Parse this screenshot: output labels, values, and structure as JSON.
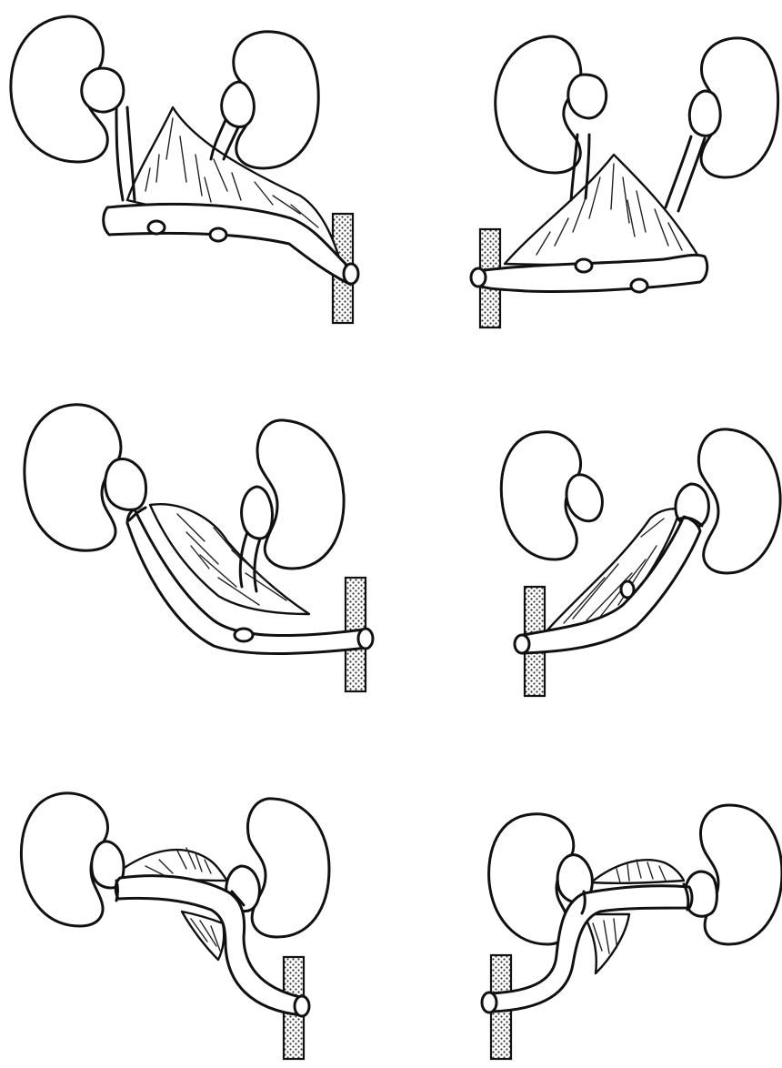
{
  "figure": {
    "panels": [
      {
        "id": "row1-left",
        "row": 1,
        "side": "left",
        "variant": "wide-mesentery-bar"
      },
      {
        "id": "row1-right",
        "row": 1,
        "side": "right",
        "variant": "wide-mesentery-bar"
      },
      {
        "id": "row2-left",
        "row": 2,
        "side": "left",
        "variant": "oblique-conduit"
      },
      {
        "id": "row2-right",
        "row": 2,
        "side": "right",
        "variant": "oblique-conduit"
      },
      {
        "id": "row3-left",
        "row": 3,
        "side": "left",
        "variant": "y-conduit"
      },
      {
        "id": "row3-right",
        "row": 3,
        "side": "right",
        "variant": "y-conduit"
      }
    ],
    "colors": {
      "ink": "#111111",
      "paper": "#ffffff"
    }
  }
}
